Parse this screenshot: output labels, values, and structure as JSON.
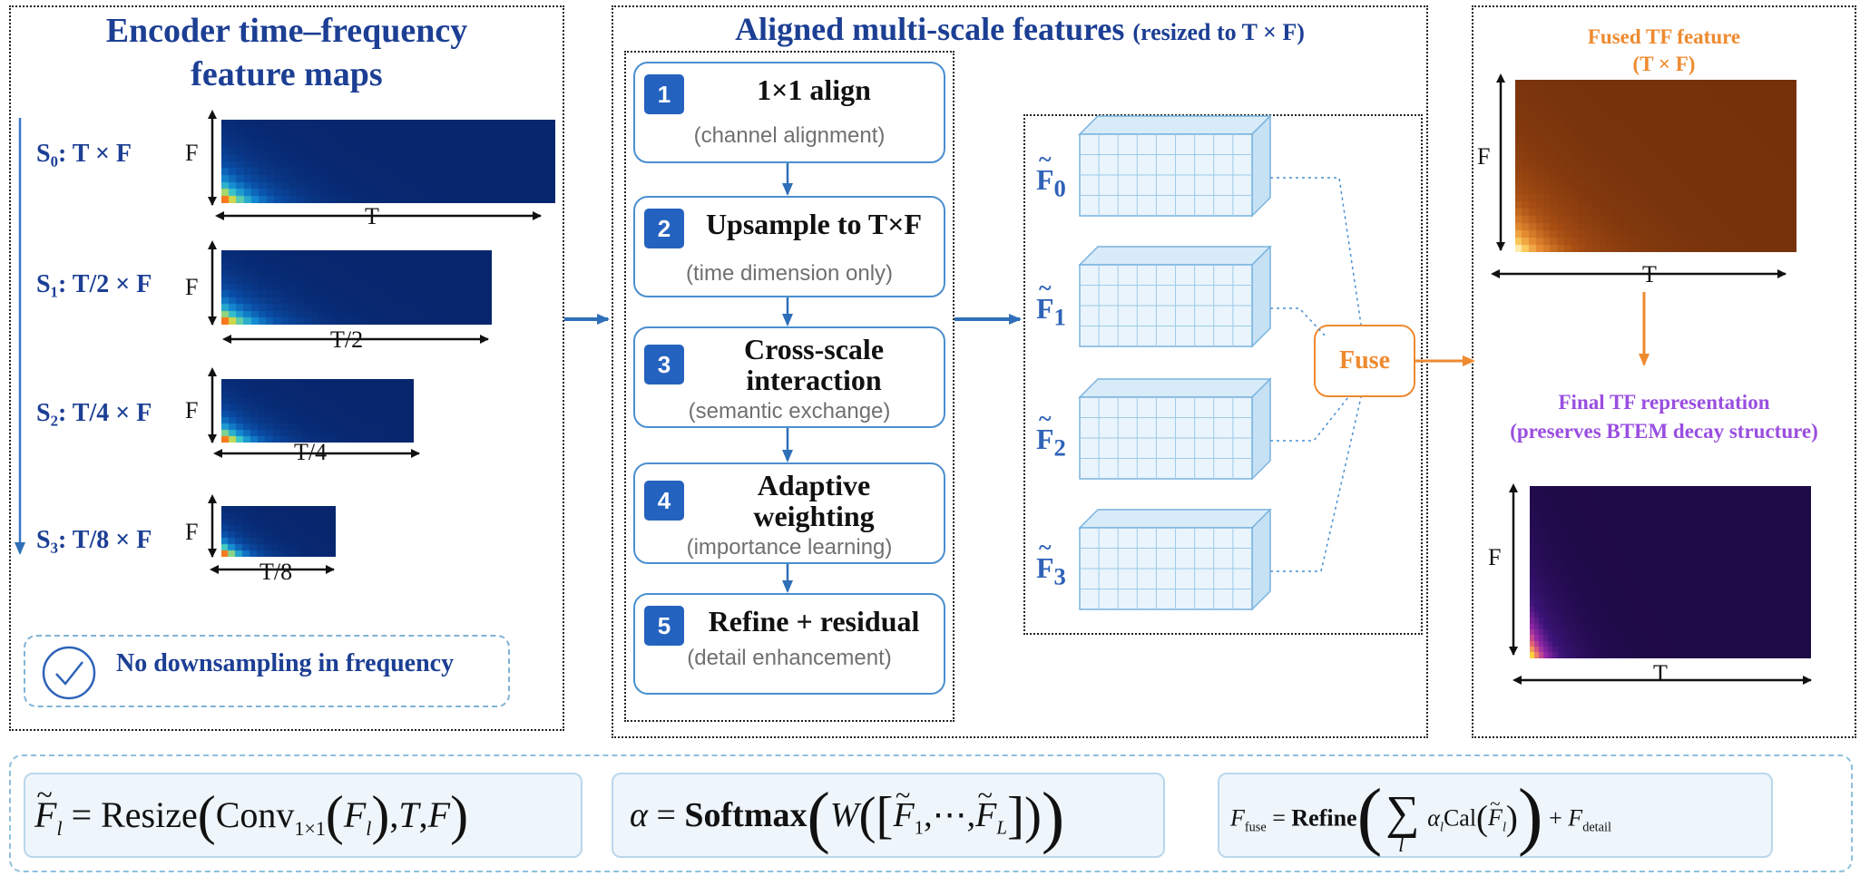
{
  "left_panel": {
    "title_line1": "Encoder time–frequency",
    "title_line2": "feature maps",
    "scales": [
      {
        "label": "S₀: T × F",
        "t_axis": "T",
        "f_axis": "F",
        "width_fraction": 1.0
      },
      {
        "label": "S₁: T/2 × F",
        "t_axis": "T/2",
        "f_axis": "F",
        "width_fraction": 0.5
      },
      {
        "label": "S₂: T/4 × F",
        "t_axis": "T/4",
        "f_axis": "F",
        "width_fraction": 0.25
      },
      {
        "label": "S₃: T/8 × F",
        "t_axis": "T/8",
        "f_axis": "F",
        "width_fraction": 0.125
      }
    ],
    "note": "No downsampling in frequency",
    "note_icon": "check-circle-icon"
  },
  "middle_panel": {
    "title": "Aligned multi-scale features",
    "subtitle": "(resized to T × F)",
    "steps": [
      {
        "num": "1",
        "title": "1×1 align",
        "sub": "(channel alignment)"
      },
      {
        "num": "2",
        "title": "Upsample to T×F",
        "sub": "(time dimension only)"
      },
      {
        "num": "3",
        "title_line1": "Cross-scale",
        "title_line2": "interaction",
        "sub": "(semantic exchange)"
      },
      {
        "num": "4",
        "title_line1": "Adaptive",
        "title_line2": "weighting",
        "sub": "(importance learning)"
      },
      {
        "num": "5",
        "title": "Refine + residual",
        "sub": "(detail enhancement)"
      }
    ],
    "features": [
      {
        "label": "F",
        "sub": "0"
      },
      {
        "label": "F",
        "sub": "1"
      },
      {
        "label": "F",
        "sub": "2"
      },
      {
        "label": "F",
        "sub": "3"
      }
    ],
    "fuse_label": "Fuse"
  },
  "right_panel": {
    "fused_title_line1": "Fused TF feature",
    "fused_title_line2": "(T × F)",
    "fused_axes": {
      "x": "T",
      "y": "F"
    },
    "final_title_line1": "Final TF representation",
    "final_title_line2": "(preserves BTEM decay structure)",
    "final_axes": {
      "x": "T",
      "y": "F"
    }
  },
  "formulas": {
    "f1": {
      "lhs": "F",
      "lhs_sub": "l",
      "resize": "Resize",
      "conv": "Conv",
      "conv_sub": "1×1",
      "arg": "F",
      "arg_sub": "l",
      "t": "T",
      "f": "F"
    },
    "f2": {
      "lhs": "α",
      "softmax": "Softmax",
      "w": "W",
      "f1": "F",
      "f1_sub": "1",
      "dots": "⋯",
      "fl": "F",
      "fl_sub": "L"
    },
    "f3": {
      "lhs": "F",
      "lhs_sub": "fuse",
      "refine": "Refine",
      "sum_index": "l",
      "alpha": "α",
      "alpha_sub": "l",
      "cal": "Cal",
      "arg": "F",
      "arg_sub": "l",
      "detail": "F",
      "detail_sub": "detail"
    }
  },
  "colors": {
    "title_blue": "#1c3f94",
    "step_blue": "#2462c0",
    "fuse_orange": "#ee8a2f",
    "final_purple": "#9a4ee0",
    "feature_blue": "#2f63b8"
  }
}
